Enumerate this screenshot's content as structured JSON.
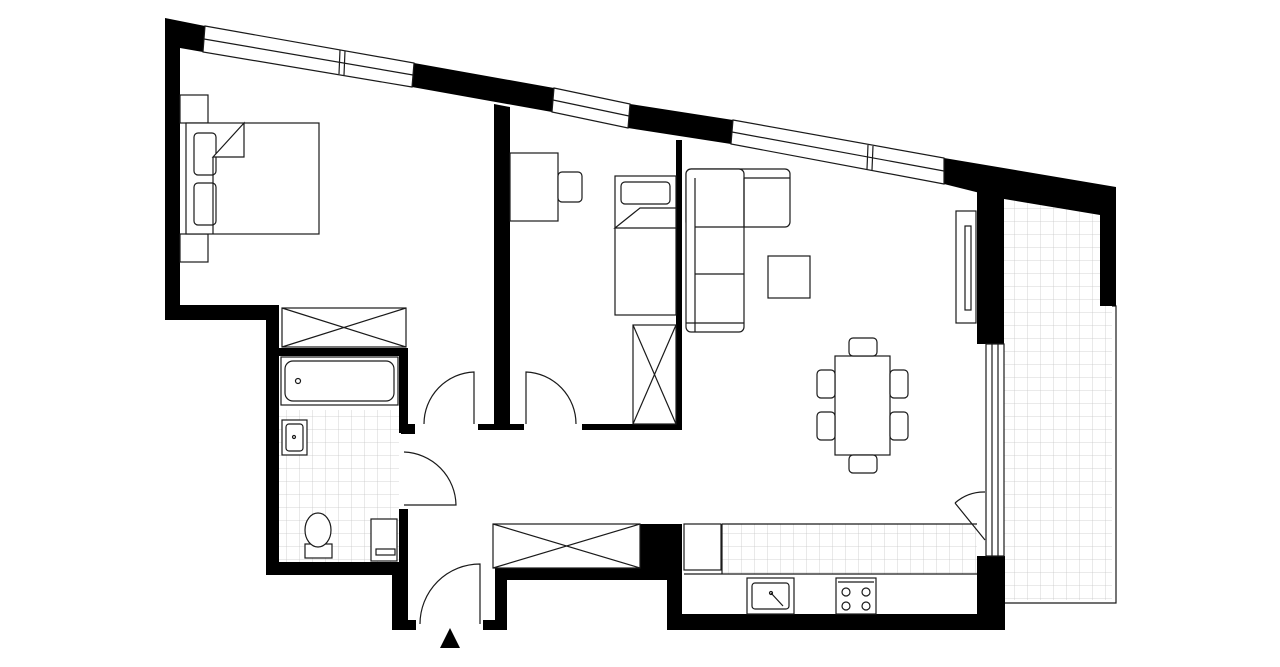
{
  "plan": {
    "title": "",
    "colors": {
      "wall": "#000000",
      "line": "#1a1a1a",
      "tile": "#c8c8c8",
      "background": "#ffffff"
    },
    "rooms": [
      "bedroom",
      "office",
      "living-room",
      "bathroom",
      "hallway",
      "kitchen",
      "balcony"
    ],
    "entrance_marker_icon": "triangle-up-icon"
  }
}
